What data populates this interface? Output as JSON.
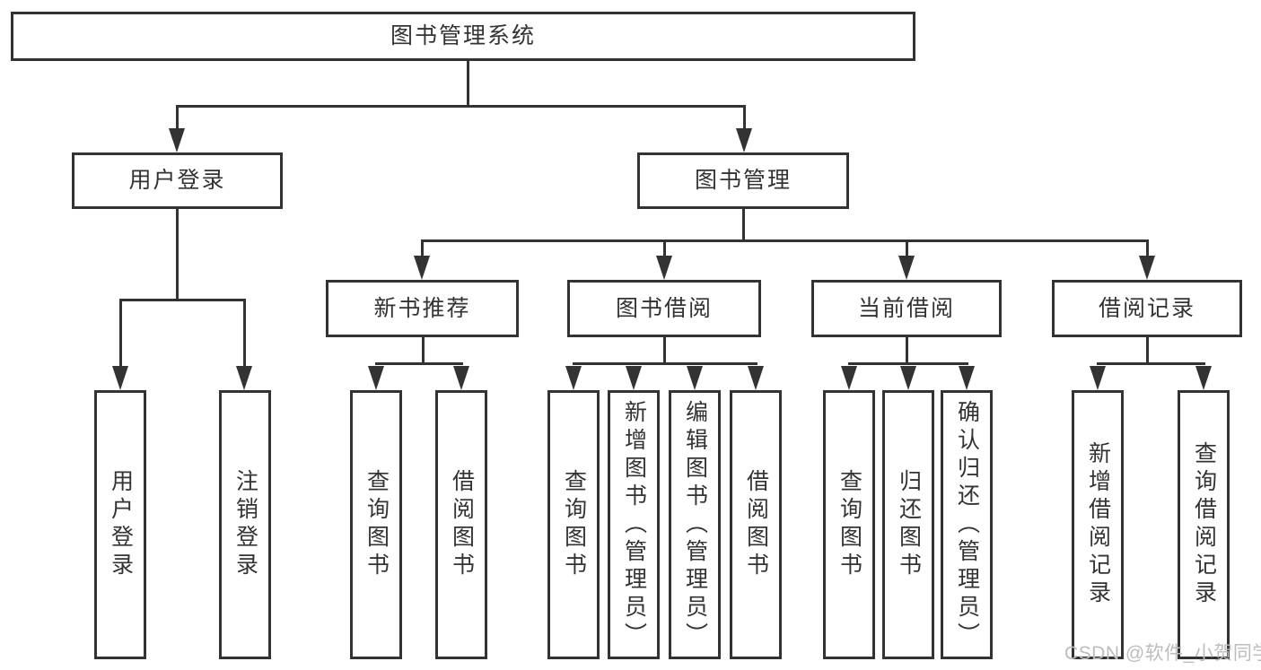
{
  "tree": {
    "root": {
      "label": "图书管理系统"
    },
    "branches": [
      {
        "label": "用户登录",
        "children": [
          {
            "label": "用户登录"
          },
          {
            "label": "注销登录"
          }
        ]
      },
      {
        "label": "图书管理",
        "children": [
          {
            "label": "新书推荐",
            "children": [
              {
                "label": "查询图书"
              },
              {
                "label": "借阅图书"
              }
            ]
          },
          {
            "label": "图书借阅",
            "children": [
              {
                "label": "查询图书"
              },
              {
                "label": "新增图书（管理员）"
              },
              {
                "label": "编辑图书（管理员）"
              },
              {
                "label": "借阅图书"
              }
            ]
          },
          {
            "label": "当前借阅",
            "children": [
              {
                "label": "查询图书"
              },
              {
                "label": "归还图书"
              },
              {
                "label": "确认归还（管理员）"
              }
            ]
          },
          {
            "label": "借阅记录",
            "children": [
              {
                "label": "新增借阅记录"
              },
              {
                "label": "查询借阅记录"
              }
            ]
          }
        ]
      }
    ]
  },
  "watermark": {
    "text": "CSDN @软件_小贺同学"
  },
  "colors": {
    "line": "#333333",
    "box_background": "#ffffff",
    "text": "#333333",
    "watermark": "#bdbdbd"
  }
}
